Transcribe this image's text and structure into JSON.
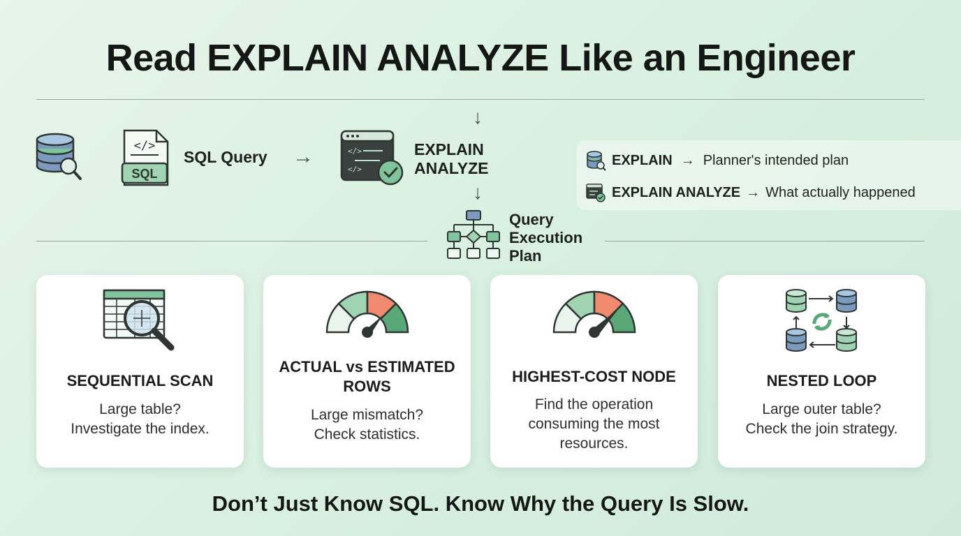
{
  "title": "Read EXPLAIN ANALYZE Like an Engineer",
  "flow": {
    "sql_query": "SQL Query",
    "sql_tag": "SQL",
    "code_glyph": "</>",
    "explain_analyze_line1": "EXPLAIN",
    "explain_analyze_line2": "ANALYZE",
    "plan_line1": "Query",
    "plan_line2": "Execution",
    "plan_line3": "Plan",
    "arrow_glyph": "→",
    "down_arrow_glyph": "↓"
  },
  "legend": {
    "rows": [
      {
        "key": "EXPLAIN",
        "arrow": "→",
        "value": "Planner's intended plan"
      },
      {
        "key": "EXPLAIN ANALYZE",
        "arrow": "→",
        "value": "What actually happened"
      }
    ]
  },
  "cards": [
    {
      "title": "SEQUENTIAL SCAN",
      "desc": [
        "Large table?",
        "Investigate the index."
      ],
      "icon": "table-magnifier-icon"
    },
    {
      "title": [
        "ACTUAL vs ESTIMATED",
        "ROWS"
      ],
      "desc": [
        "Large mismatch?",
        "Check statistics."
      ],
      "icon": "gauge-icon"
    },
    {
      "title": "HIGHEST-COST NODE",
      "desc": [
        "Find the operation",
        "consuming the most",
        "resources."
      ],
      "icon": "gauge-high-icon"
    },
    {
      "title": "NESTED LOOP",
      "desc": [
        "Large outer table?",
        "Check the join strategy."
      ],
      "icon": "database-loop-icon"
    }
  ],
  "footer": "Don’t Just Know SQL. Know Why the Query Is Slow.",
  "colors": {
    "green": "#7fc49a",
    "green_dark": "#5aa877",
    "blue": "#7a9bbd",
    "coral": "#ef8a6f",
    "dark": "#2f3532"
  }
}
